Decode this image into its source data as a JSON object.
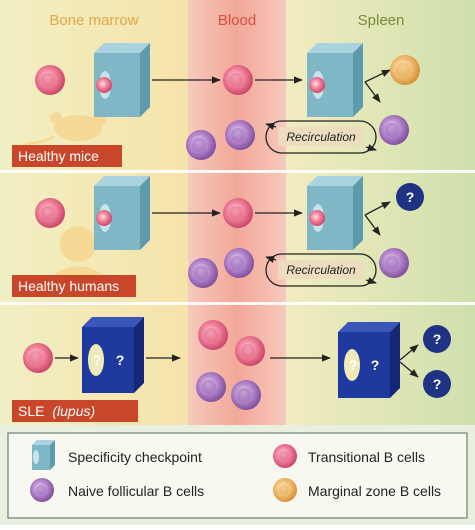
{
  "columns": {
    "bone_marrow": "Bone marrow",
    "blood": "Blood",
    "spleen": "Spleen"
  },
  "rows": [
    {
      "label": "Healthy mice",
      "recirculation": "Recirculation",
      "silhouette": "mouse-icon"
    },
    {
      "label": "Healthy humans",
      "recirculation": "Recirculation",
      "silhouette": "human-head-icon"
    },
    {
      "label_main": "SLE",
      "label_paren": "(lupus)"
    }
  ],
  "unknown_mark": "?",
  "legend": {
    "checkpoint": "Specificity checkpoint",
    "transitional": "Transitional B cells",
    "naive": "Naive follicular B cells",
    "marginal": "Marginal zone B cells"
  },
  "colors": {
    "column_bone_marrow": "#e6a64a",
    "column_blood": "#d94e3f",
    "column_spleen": "#7c8a3a",
    "label_box": "#c8462a",
    "checkpoint_box": "#7fb7c6",
    "question_box": "#1f3a9e",
    "transitional_cell": "#e87090",
    "naive_cell": "#a876bf",
    "marginal_cell": "#eeb25d",
    "unknown_cell": "#1f3283"
  }
}
